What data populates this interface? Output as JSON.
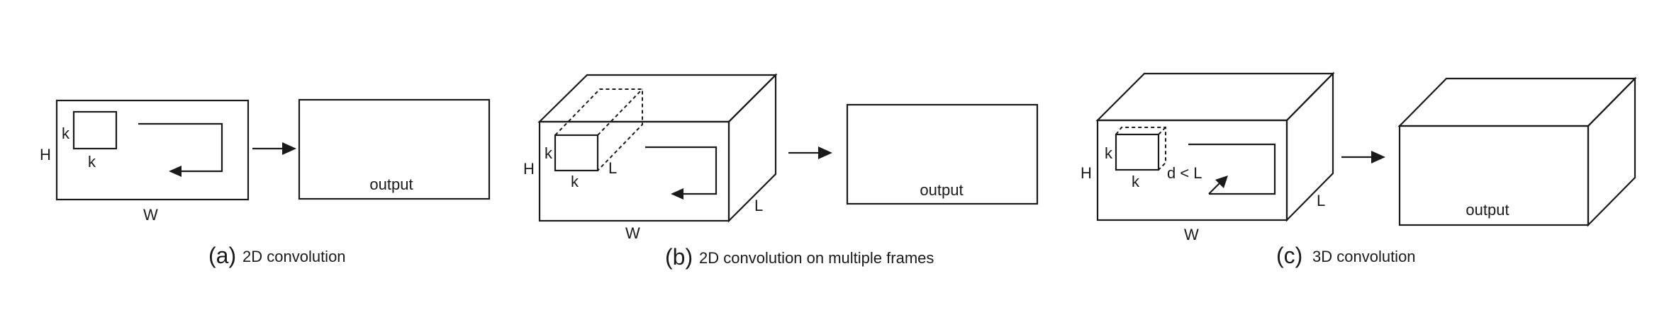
{
  "panel_a": {
    "dim_h": "H",
    "dim_w": "W",
    "kernel_k_side": "k",
    "kernel_k_bottom": "k",
    "output_label": "output",
    "caption_letter": "(a)",
    "caption_text": "2D convolution"
  },
  "panel_b": {
    "dim_h": "H",
    "dim_w": "W",
    "dim_l": "L",
    "kernel_k_side": "k",
    "kernel_k_bottom": "k",
    "kernel_depth": "L",
    "output_label": "output",
    "caption_letter": "(b)",
    "caption_text": "2D convolution on multiple frames"
  },
  "panel_c": {
    "dim_h": "H",
    "dim_w": "W",
    "dim_l": "L",
    "kernel_k_side": "k",
    "kernel_k_bottom": "k",
    "kernel_depth": "d < L",
    "output_label": "output",
    "caption_letter": "(c)",
    "caption_text": "3D convolution"
  }
}
